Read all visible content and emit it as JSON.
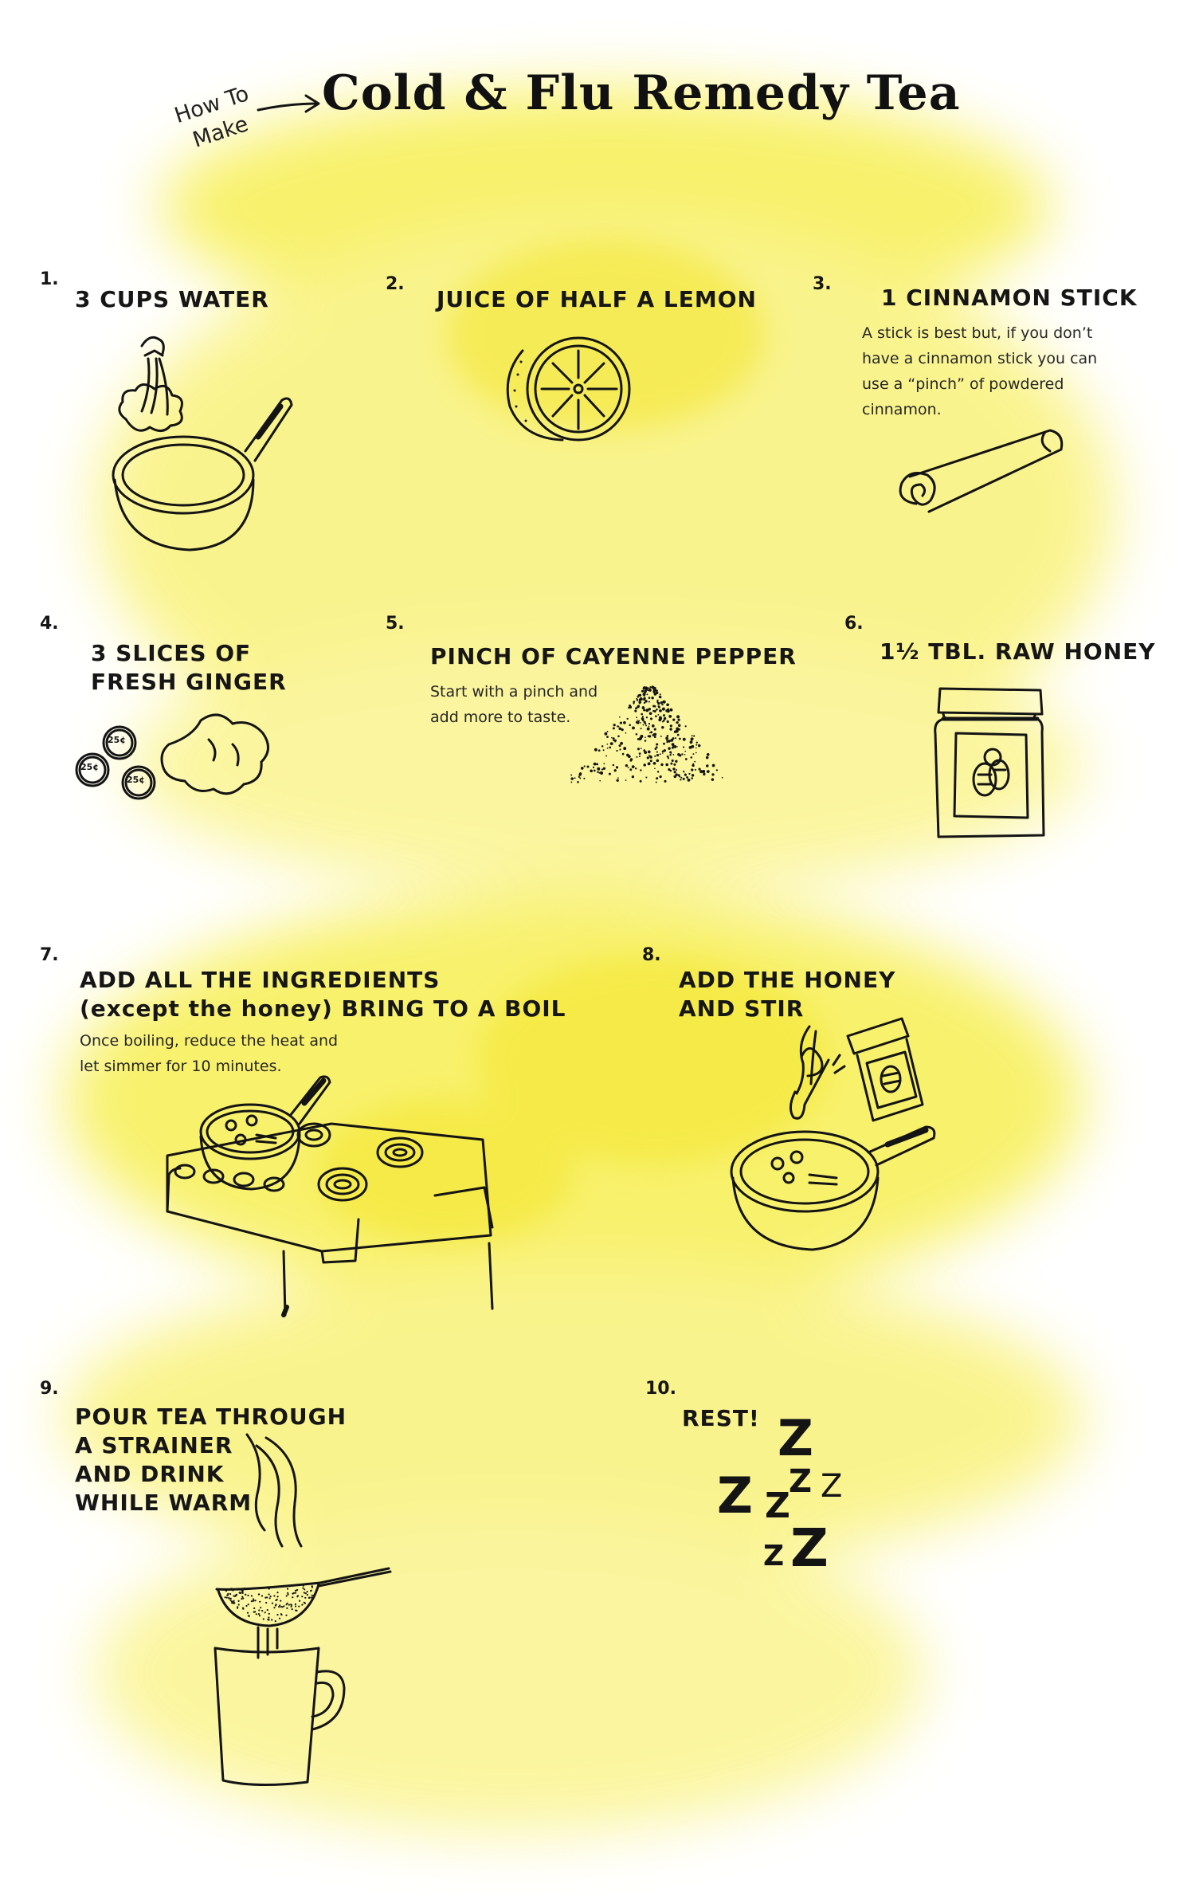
{
  "header": {
    "how_to": "How To\nMake",
    "title": "Cold & Flu Remedy Tea"
  },
  "colors": {
    "wash": "#f7ef52",
    "ink": "#141414"
  },
  "steps": [
    {
      "number": "1.",
      "heading": "3 CUPS WATER",
      "note": "",
      "icon": "saucepan-faucet-icon"
    },
    {
      "number": "2.",
      "heading": "JUICE OF HALF A LEMON",
      "note": "",
      "icon": "lemon-half-icon"
    },
    {
      "number": "3.",
      "heading": "1 CINNAMON STICK",
      "note": "A stick is best but, if you don’t\nhave a cinnamon stick you can\nuse a “pinch” of powdered\ncinnamon.",
      "icon": "cinnamon-stick-icon"
    },
    {
      "number": "4.",
      "heading": "3 SLICES OF\nFRESH GINGER",
      "note": "",
      "icon": "ginger-icon"
    },
    {
      "number": "5.",
      "heading": "PINCH OF CAYENNE PEPPER",
      "note": "Start with a pinch and\nadd more to taste.",
      "icon": "pepper-pile-icon"
    },
    {
      "number": "6.",
      "heading": "1½ TBL. RAW HONEY",
      "note": "",
      "icon": "honey-jar-icon"
    },
    {
      "number": "7.",
      "heading": "ADD ALL THE INGREDIENTS\n(except the honey) BRING TO A BOIL",
      "note": "Once boiling, reduce the heat and\nlet simmer for 10 minutes.",
      "icon": "stove-pot-icon"
    },
    {
      "number": "8.",
      "heading": "ADD THE HONEY\nAND STIR",
      "note": "",
      "icon": "honey-spoon-pot-icon"
    },
    {
      "number": "9.",
      "heading": "POUR TEA THROUGH\nA STRAINER\nAND DRINK\nWHILE WARM",
      "note": "",
      "icon": "strainer-mug-icon"
    },
    {
      "number": "10.",
      "heading": "REST!",
      "note": "",
      "icon": "sleep-z-icon"
    }
  ],
  "ginger_coin_label": "25¢",
  "sleep_letters": [
    "Z",
    "Z",
    "Z",
    "Z",
    "Z",
    "Z",
    "Z"
  ]
}
